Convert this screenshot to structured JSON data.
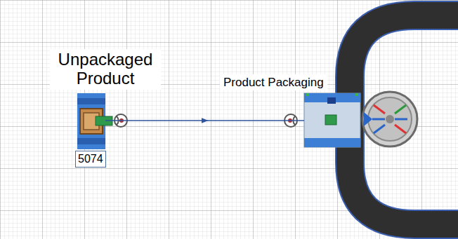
{
  "diagram": {
    "nodes": [
      {
        "text": [
          "Unpackaged Product",
          "5074"
        ]
      },
      {
        "text": [
          "Product Packaging"
        ]
      }
    ],
    "edges": [
      {
        "from": 0,
        "to": 1,
        "arrow": "to"
      }
    ]
  }
}
